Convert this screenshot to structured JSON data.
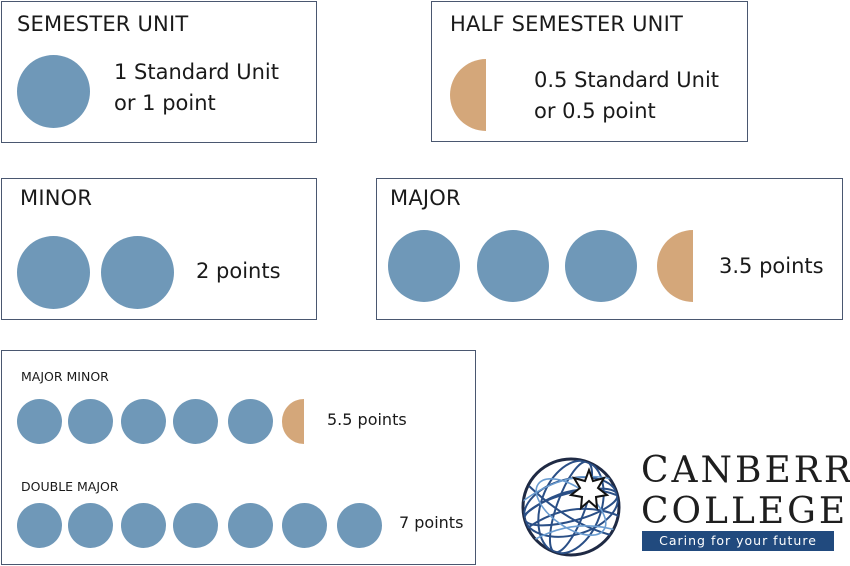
{
  "colors": {
    "full_unit": "#6f98b8",
    "half_unit": "#d4a77a",
    "border": "#4a5770",
    "tagline_bg": "#214a7e"
  },
  "semester_unit": {
    "title": "SEMESTER UNIT",
    "line1": "1 Standard Unit",
    "line2": "or 1 point",
    "full_units": 1,
    "half_units": 0
  },
  "half_semester_unit": {
    "title": "HALF SEMESTER UNIT",
    "line1": "0.5 Standard Unit",
    "line2": "or 0.5 point",
    "full_units": 0,
    "half_units": 1
  },
  "minor": {
    "title": "MINOR",
    "points": "2 points",
    "full_units": 2,
    "half_units": 0
  },
  "major": {
    "title": "MAJOR",
    "points": "3.5 points",
    "full_units": 3,
    "half_units": 1
  },
  "major_minor": {
    "title": "MAJOR MINOR",
    "points": "5.5 points",
    "full_units": 5,
    "half_units": 1
  },
  "double_major": {
    "title": "DOUBLE MAJOR",
    "points": "7 points",
    "full_units": 7,
    "half_units": 0
  },
  "logo": {
    "line1": "CANBERRA",
    "line2": "COLLEGE",
    "tagline": "Caring for your future",
    "icon": "globe-star-icon"
  }
}
